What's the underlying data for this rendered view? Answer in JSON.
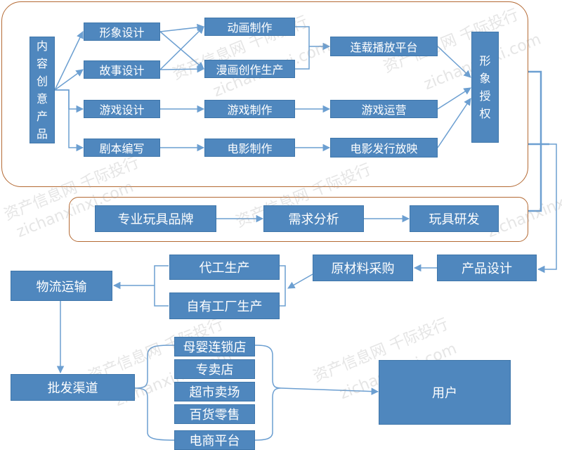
{
  "colors": {
    "box_fill": "#4f87be",
    "box_border": "#3f76aa",
    "connector": "#6c9fd1",
    "group_border": "#b46a34",
    "watermark": "#a0a0a0"
  },
  "nodes": {
    "content_creation": "内容创意产品",
    "image_design": "形象设计",
    "story_design": "故事设计",
    "game_design": "游戏设计",
    "script_writing": "剧本编写",
    "animation_production": "动画制作",
    "comic_production": "漫画创作生产",
    "game_production": "游戏制作",
    "film_production": "电影制作",
    "serial_platform": "连载播放平台",
    "game_operation": "游戏运营",
    "film_release": "电影发行放映",
    "image_licensing": "形象授权",
    "toy_brand": "专业玩具品牌",
    "demand_analysis": "需求分析",
    "toy_rnd": "玩具研发",
    "product_design": "产品设计",
    "raw_material_purchase": "原材料采购",
    "oem_production": "代工生产",
    "own_factory": "自有工厂生产",
    "logistics": "物流运输",
    "wholesale": "批发渠道",
    "maternity_chain": "母婴连锁店",
    "specialty_store": "专卖店",
    "supermarket": "超市卖场",
    "department_store": "百货零售",
    "ecommerce": "电商平台",
    "user": "用户"
  },
  "watermarks": [
    "资产信息网 千际投行",
    "zichanxinxi.com"
  ]
}
